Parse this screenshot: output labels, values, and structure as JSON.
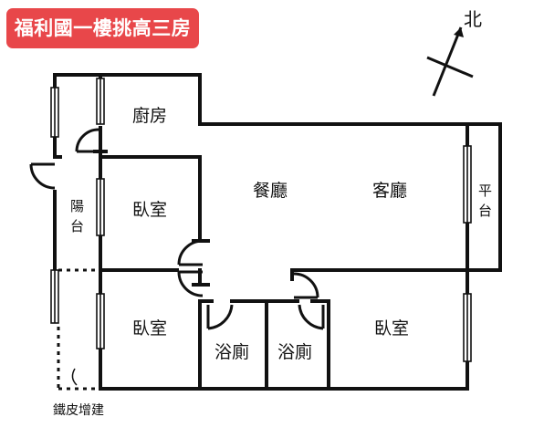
{
  "title": "福利國一樓挑高三房",
  "compass": {
    "label": "北",
    "icon": "north-compass-icon"
  },
  "rooms": {
    "kitchen": "廚房",
    "dining": "餐廳",
    "living": "客廳",
    "platform": [
      "平",
      "台"
    ],
    "balcony": [
      "陽",
      "台"
    ],
    "bedroom_upper_left": "臥室",
    "bedroom_lower_left": "臥室",
    "bedroom_right": "臥室",
    "bath_left": "浴廁",
    "bath_right": "浴廁"
  },
  "annotation": {
    "iron_addition": "鐵皮增建"
  },
  "colors": {
    "badge": "#e8474a",
    "wall": "#111111"
  }
}
